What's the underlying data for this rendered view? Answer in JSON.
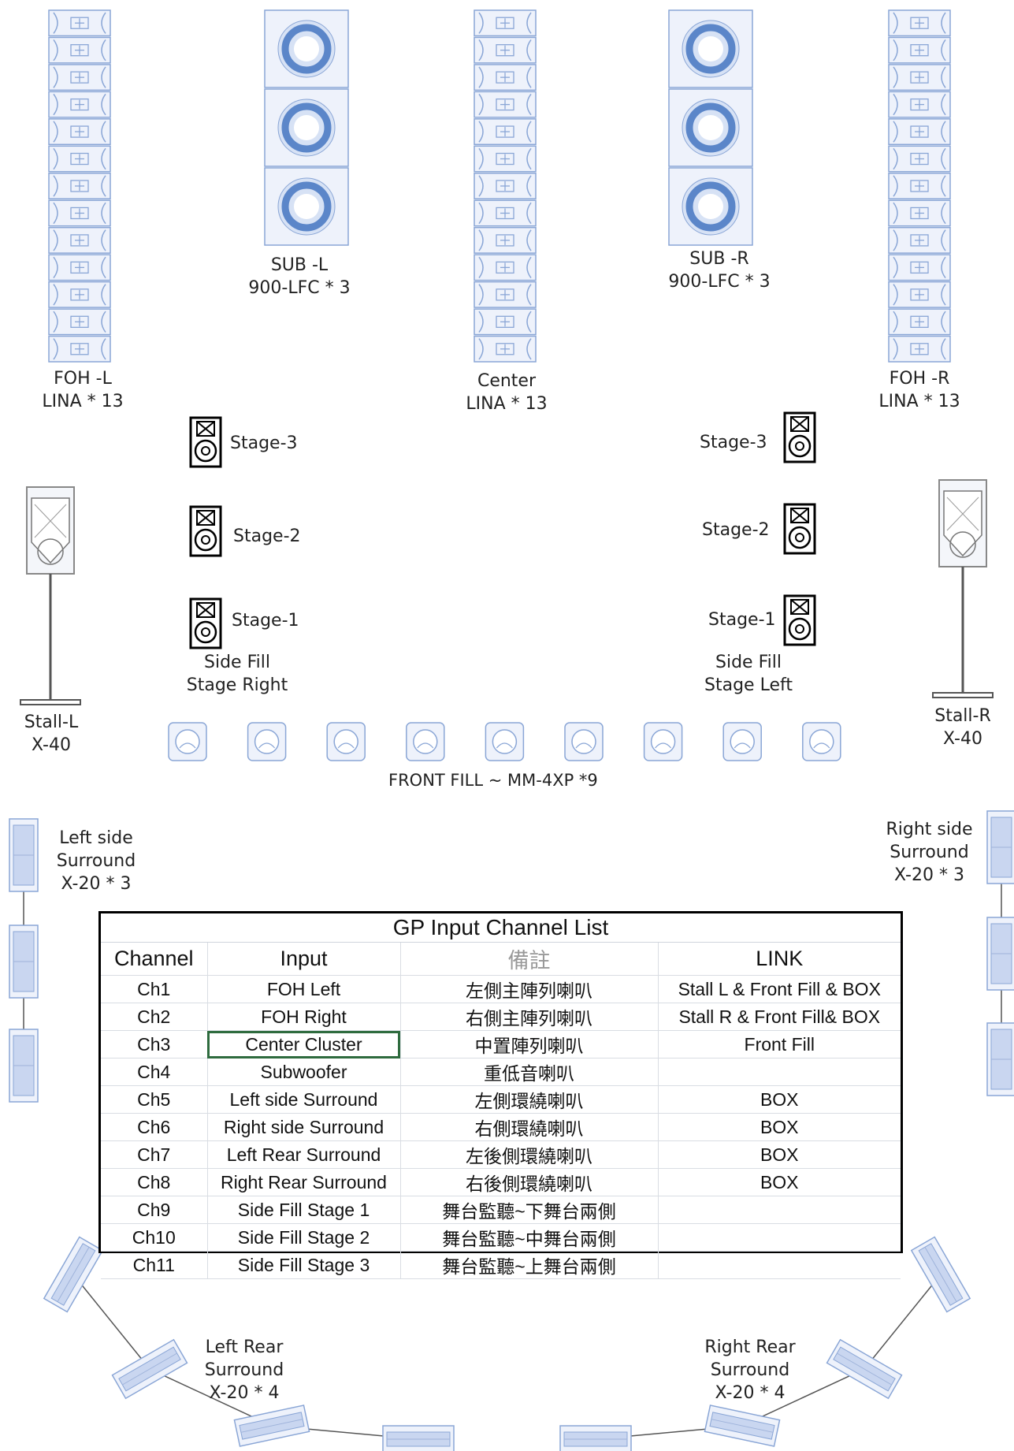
{
  "labels": {
    "foh_l": [
      "FOH -L",
      "LINA * 13"
    ],
    "sub_l": [
      "SUB -L",
      "900-LFC * 3"
    ],
    "center": [
      "Center",
      "LINA * 13"
    ],
    "sub_r": [
      "SUB -R",
      "900-LFC * 3"
    ],
    "foh_r": [
      "FOH -R",
      "LINA * 13"
    ],
    "stage3_l": "Stage-3",
    "stage2_l": "Stage-2",
    "stage1_l": "Stage-1",
    "stage3_r": "Stage-3",
    "stage2_r": "Stage-2",
    "stage1_r": "Stage-1",
    "sidefill_right": [
      "Side Fill",
      "Stage Right"
    ],
    "sidefill_left": [
      "Side Fill",
      "Stage Left"
    ],
    "stall_l": [
      "Stall-L",
      "X-40"
    ],
    "stall_r": [
      "Stall-R",
      "X-40"
    ],
    "front_fill": "FRONT FILL ~ MM-4XP *9",
    "left_side_surround": [
      "Left side",
      "Surround",
      "X-20 * 3"
    ],
    "right_side_surround": [
      "Right side",
      "Surround",
      "X-20 * 3"
    ],
    "left_rear_surround": [
      "Left Rear",
      "Surround",
      "X-20 * 4"
    ],
    "right_rear_surround": [
      "Right Rear",
      "Surround",
      "X-20 * 4"
    ]
  },
  "counts": {
    "line_array_boxes": 13,
    "sub_boxes": 3,
    "front_fill_boxes": 9,
    "side_surround_boxes": 3,
    "rear_surround_boxes": 4
  },
  "colors": {
    "speaker_stroke": "#8aa6d6",
    "speaker_fill": "#eef2fb",
    "sub_ring": "#5b86c9",
    "monitor": "#000000"
  },
  "table": {
    "title": "GP Input Channel List",
    "headers": [
      "Channel",
      "Input",
      "備註",
      "LINK"
    ],
    "rows": [
      [
        "Ch1",
        "FOH Left",
        "左側主陣列喇叭",
        "Stall L & Front Fill & BOX"
      ],
      [
        "Ch2",
        "FOH Right",
        "右側主陣列喇叭",
        "Stall R & Front Fill& BOX"
      ],
      [
        "Ch3",
        "Center Cluster",
        "中置陣列喇叭",
        "Front Fill"
      ],
      [
        "Ch4",
        "Subwoofer",
        "重低音喇叭",
        ""
      ],
      [
        "Ch5",
        "Left side Surround",
        "左側環繞喇叭",
        "BOX"
      ],
      [
        "Ch6",
        "Right side Surround",
        "右側環繞喇叭",
        "BOX"
      ],
      [
        "Ch7",
        "Left Rear Surround",
        "左後側環繞喇叭",
        "BOX"
      ],
      [
        "Ch8",
        "Right Rear Surround",
        "右後側環繞喇叭",
        "BOX"
      ],
      [
        "Ch9",
        "Side Fill  Stage 1",
        "舞台監聽~下舞台兩側",
        ""
      ],
      [
        "Ch10",
        "Side Fill  Stage 2",
        "舞台監聽~中舞台兩側",
        ""
      ],
      [
        "Ch11",
        "Side Fill  Stage 3",
        "舞台監聽~上舞台兩側",
        ""
      ]
    ],
    "selected_cell": "Ch3-input"
  }
}
